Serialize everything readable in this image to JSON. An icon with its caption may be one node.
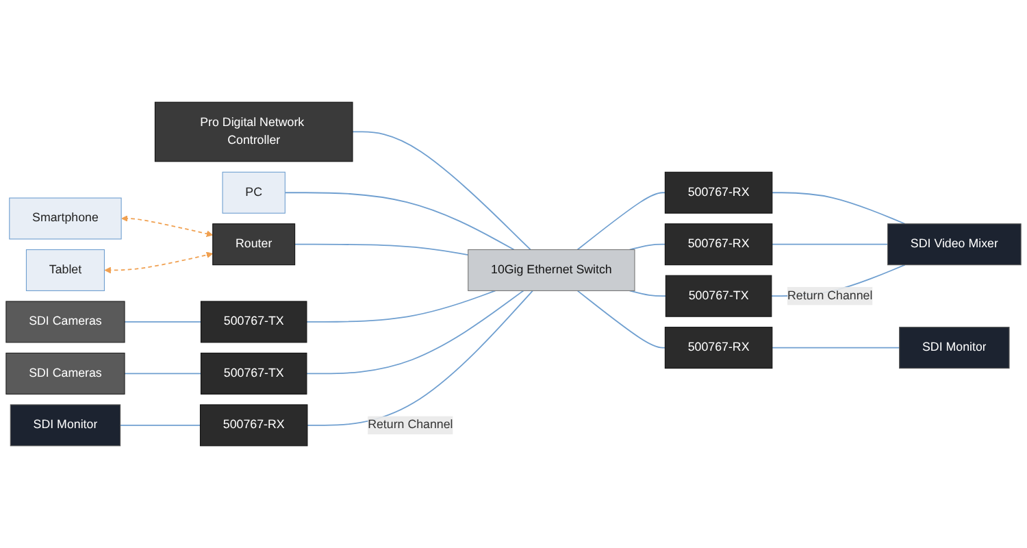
{
  "diagram": {
    "nodes": [
      {
        "text": [
          "Pro Digital Network Controller"
        ]
      },
      {
        "text": [
          "Smartphone"
        ]
      },
      {
        "text": [
          "Tablet"
        ]
      },
      {
        "text": [
          "PC"
        ]
      },
      {
        "text": [
          "Router"
        ]
      },
      {
        "text": [
          "SDI Cameras"
        ]
      },
      {
        "text": [
          "500767-TX"
        ]
      },
      {
        "text": [
          "SDI Cameras"
        ]
      },
      {
        "text": [
          "500767-TX"
        ]
      },
      {
        "text": [
          "SDI Monitor"
        ]
      },
      {
        "text": [
          "500767-RX"
        ]
      },
      {
        "text": [
          "10Gig Ethernet Switch"
        ]
      },
      {
        "text": [
          "500767-RX"
        ]
      },
      {
        "text": [
          "SDI Video Mixer"
        ]
      },
      {
        "text": [
          "500767-RX"
        ]
      },
      {
        "text": [
          "500767-TX"
        ]
      },
      {
        "text": [
          "500767-RX"
        ]
      },
      {
        "text": [
          "SDI Monitor"
        ]
      }
    ],
    "edges": [
      {
        "from": 1,
        "to": 4,
        "arrow": "both",
        "style": "dashed",
        "color": "#f0a050"
      },
      {
        "from": 2,
        "to": 4,
        "arrow": "both",
        "style": "dashed",
        "color": "#f0a050"
      },
      {
        "from": 0,
        "to": 11,
        "arrow": "none"
      },
      {
        "from": 3,
        "to": 11,
        "arrow": "none"
      },
      {
        "from": 4,
        "to": 11,
        "arrow": "none"
      },
      {
        "from": 5,
        "to": 6,
        "arrow": "none"
      },
      {
        "from": 7,
        "to": 8,
        "arrow": "none"
      },
      {
        "from": 9,
        "to": 10,
        "arrow": "none"
      },
      {
        "from": 6,
        "to": 11,
        "arrow": "none"
      },
      {
        "from": 8,
        "to": 11,
        "arrow": "none"
      },
      {
        "from": 10,
        "to": 11,
        "arrow": "none",
        "label": "Return Channel"
      },
      {
        "from": 11,
        "to": 12,
        "arrow": "none"
      },
      {
        "from": 11,
        "to": 14,
        "arrow": "none"
      },
      {
        "from": 11,
        "to": 15,
        "arrow": "none"
      },
      {
        "from": 11,
        "to": 16,
        "arrow": "none"
      },
      {
        "from": 12,
        "to": 13,
        "arrow": "none"
      },
      {
        "from": 14,
        "to": 13,
        "arrow": "none"
      },
      {
        "from": 15,
        "to": 13,
        "arrow": "none",
        "label": "Return Channel"
      },
      {
        "from": 16,
        "to": 17,
        "arrow": "none"
      }
    ]
  }
}
